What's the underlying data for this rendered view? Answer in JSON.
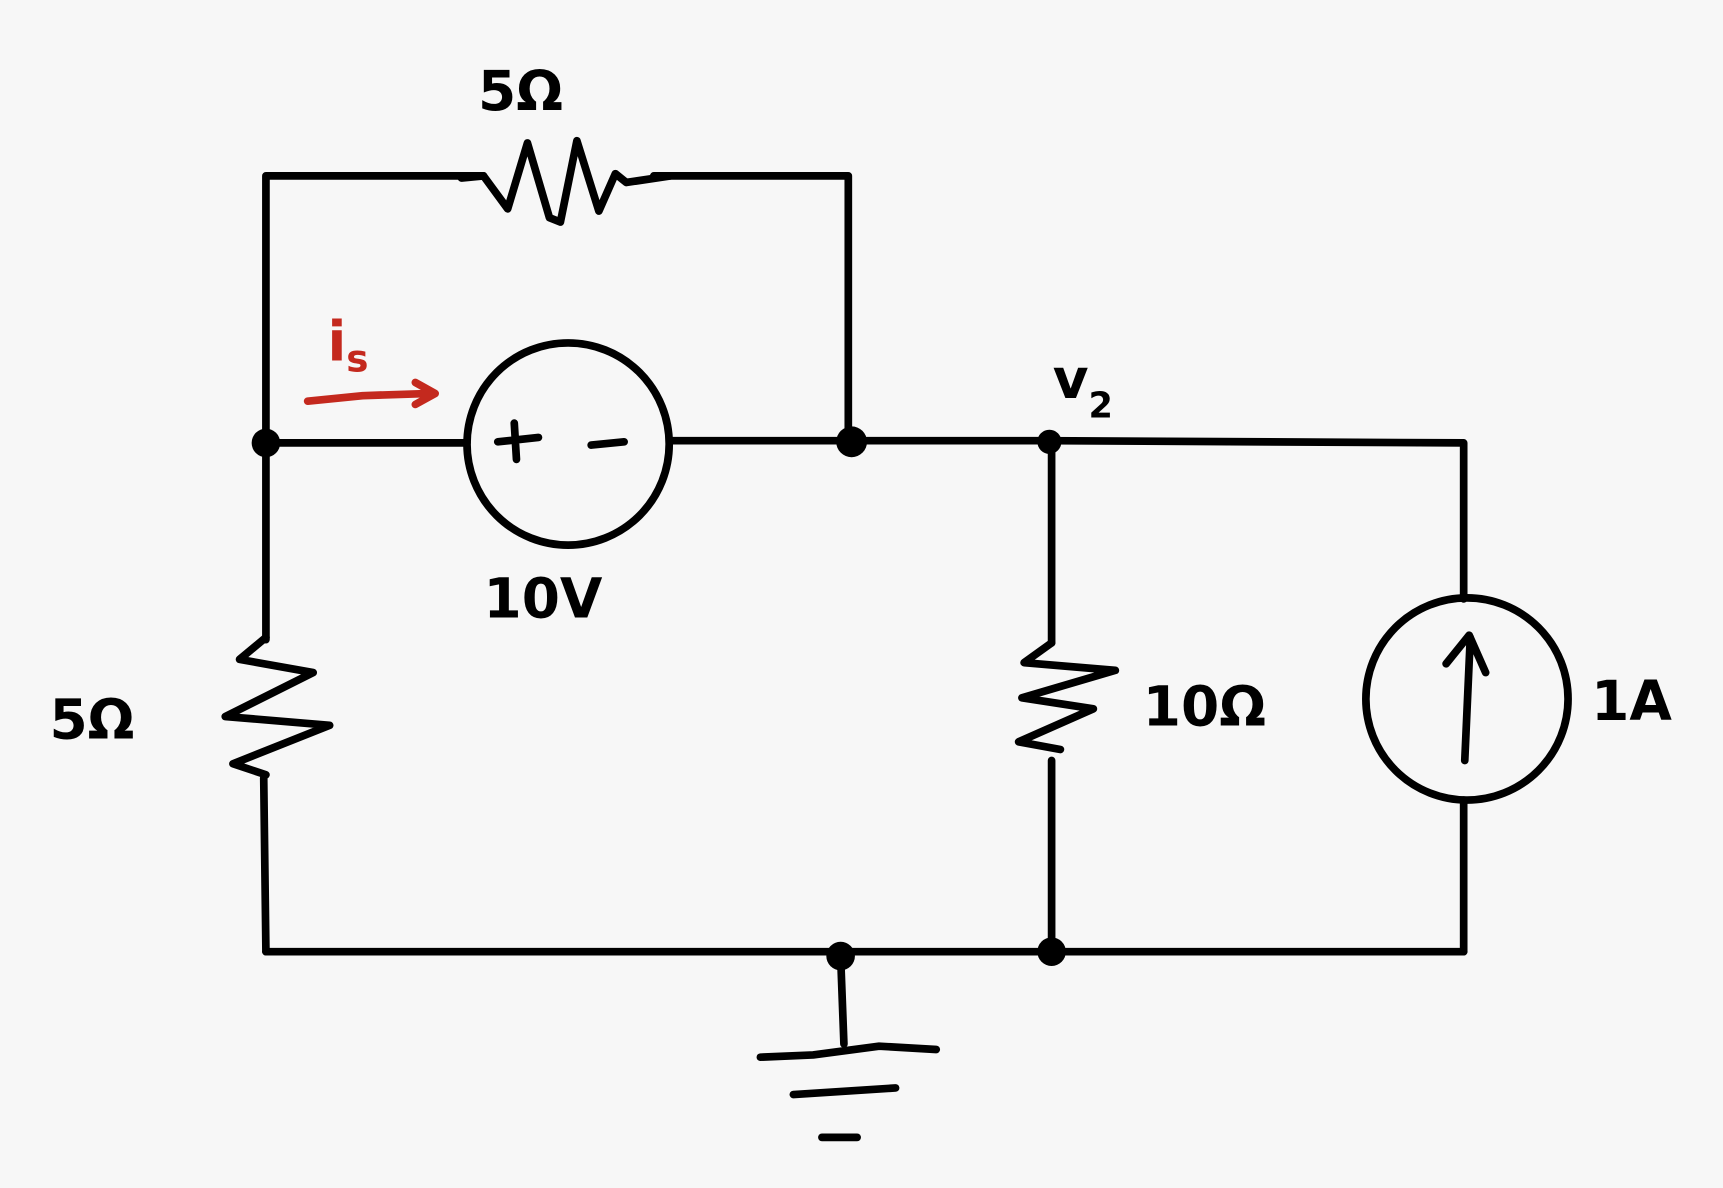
{
  "diagram": {
    "type": "circuit",
    "colors": {
      "wire": "#000000",
      "current_annotation": "#c4291e",
      "background": "#f7f7f7"
    },
    "components": {
      "top_resistor": {
        "label": "5Ω"
      },
      "left_resistor": {
        "label": "5Ω"
      },
      "voltage_source": {
        "label": "10V",
        "plus": "+",
        "minus": "−"
      },
      "right_resistor": {
        "label": "10Ω"
      },
      "current_source": {
        "label": "1A"
      }
    },
    "annotations": {
      "source_current": {
        "symbol": "i",
        "subscript": "s"
      },
      "node_voltage": {
        "symbol": "v",
        "subscript": "2"
      }
    }
  }
}
